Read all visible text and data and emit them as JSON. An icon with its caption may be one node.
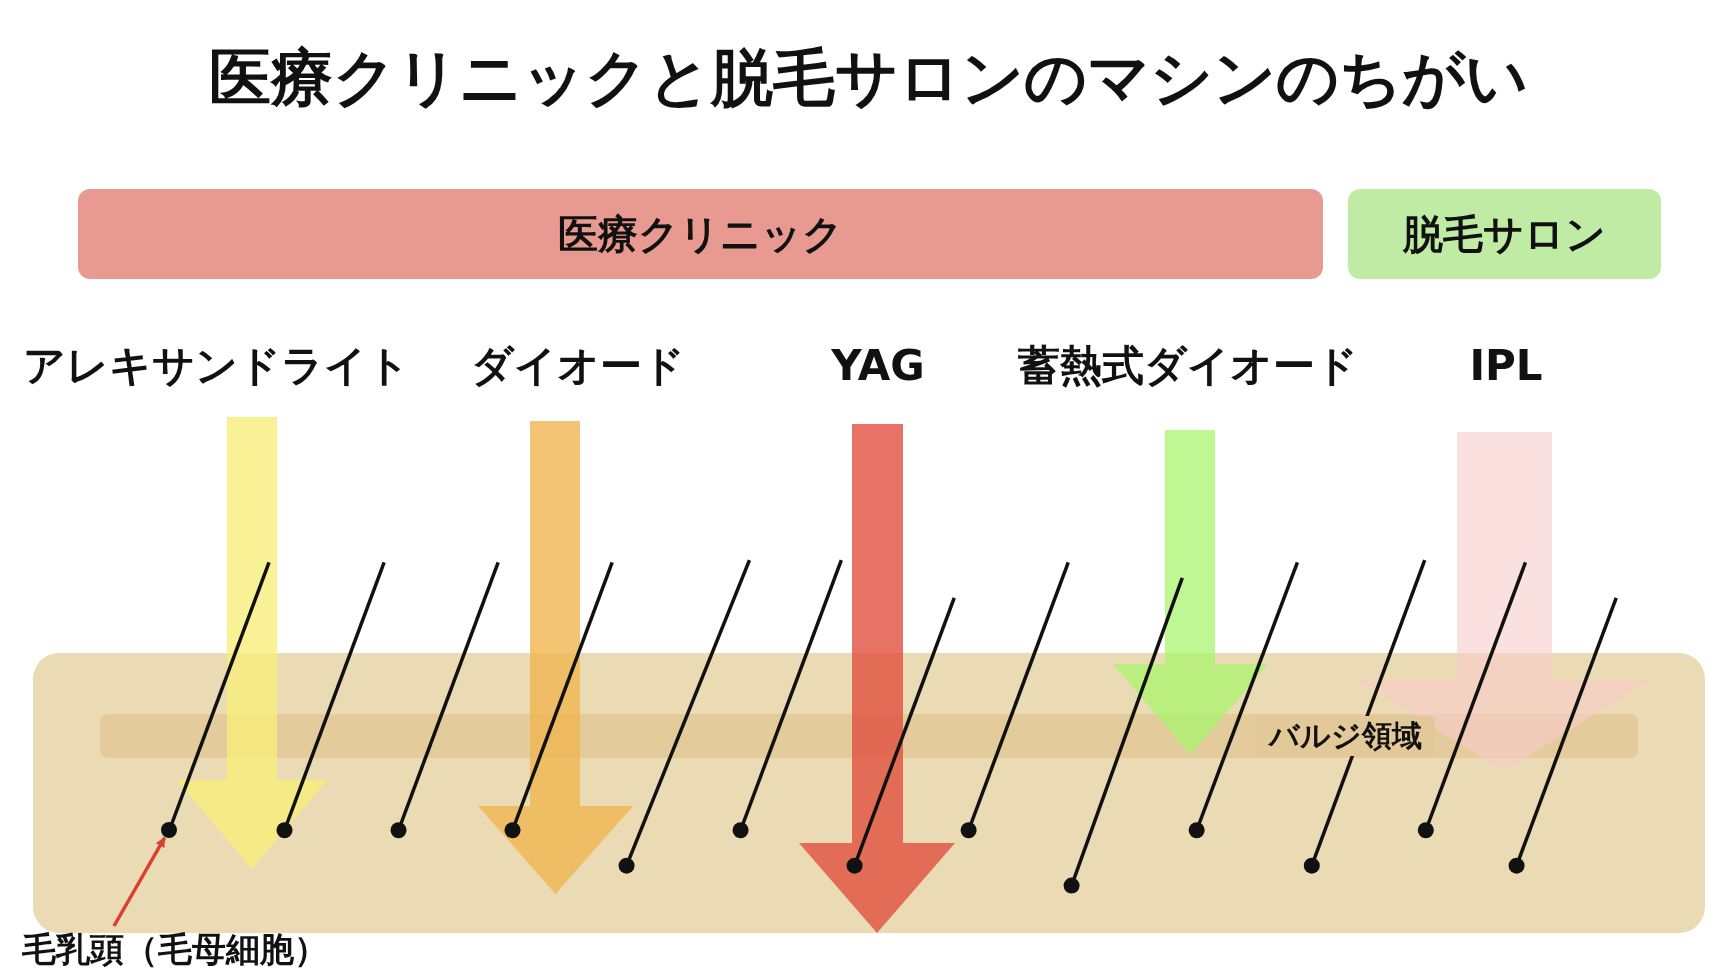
{
  "diagram": {
    "title": "医療クリニックと脱毛サロンのマシンのちがい",
    "nodes": [
      {
        "text": [
          "医療クリニック"
        ]
      },
      {
        "text": [
          "脱毛サロン"
        ]
      },
      {
        "text": [],
        "shape": "box"
      },
      {
        "text": [
          "バルジ領域"
        ],
        "in": 2
      },
      {
        "text": [],
        "shape": "circle",
        "in": 2
      },
      {
        "text": [
          "毛乳頭（毛母細胞）"
        ]
      }
    ],
    "edges": [
      {
        "from": 5,
        "to": 4,
        "arrow": "to"
      }
    ],
    "labels": [
      "アレキサンドライト",
      "ダイオード",
      "YAG",
      "蓄熱式ダイオード",
      "IPL"
    ]
  }
}
